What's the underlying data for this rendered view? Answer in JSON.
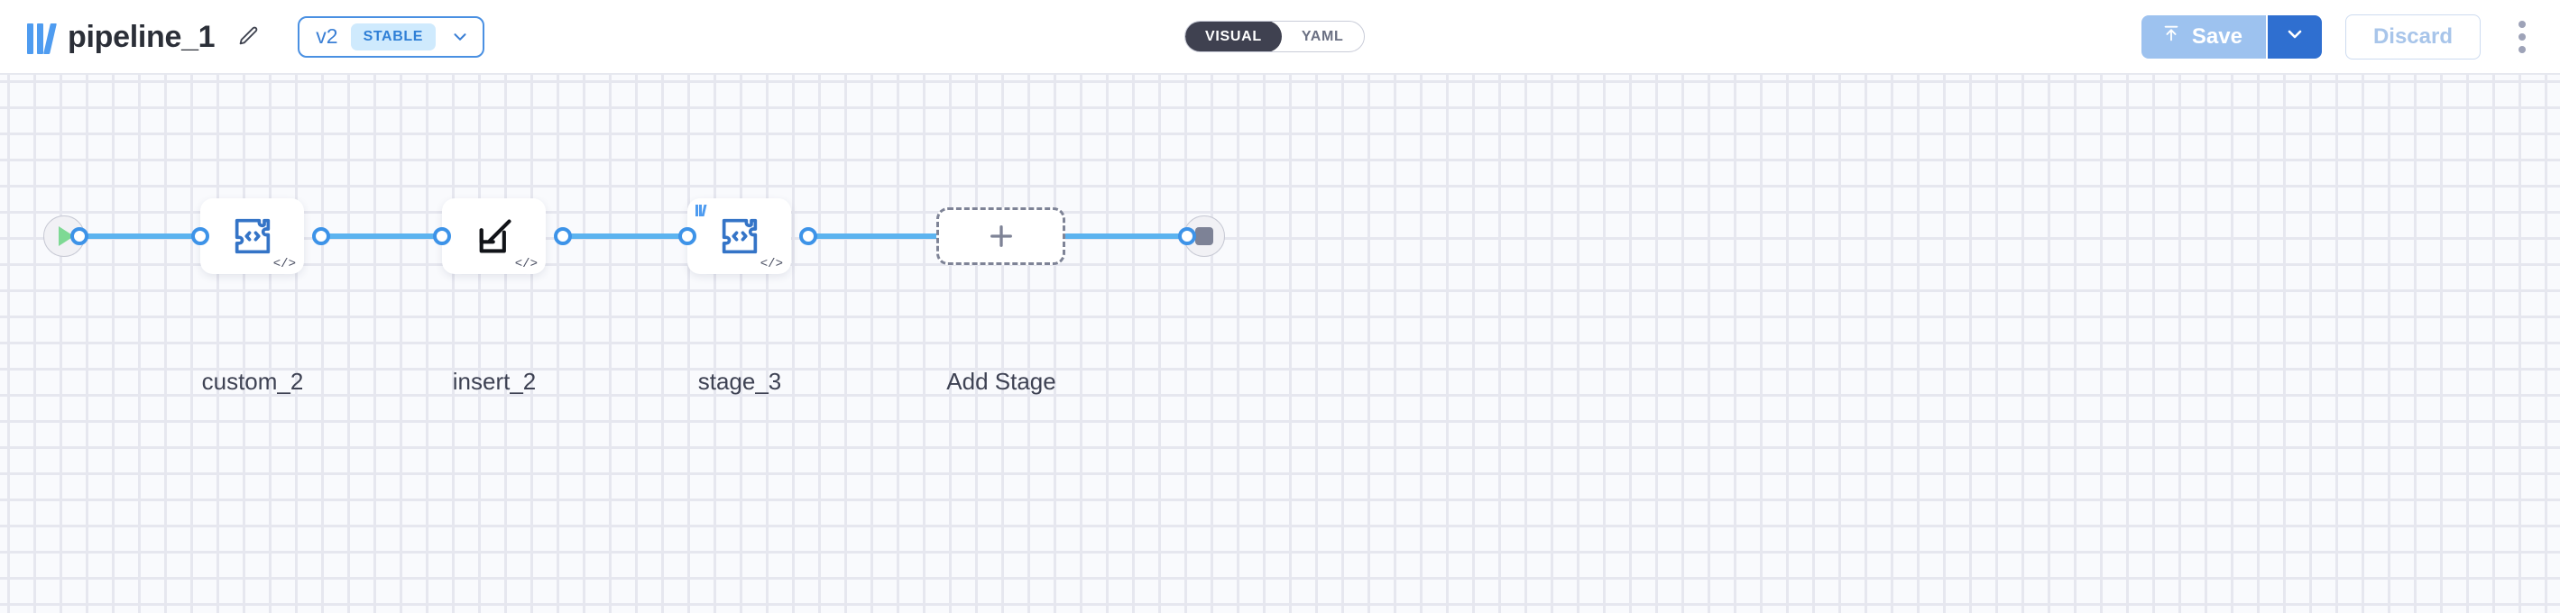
{
  "header": {
    "logo_icon": "brand-bars-icon",
    "title": "pipeline_1",
    "edit_icon": "pencil-icon",
    "version": {
      "label": "v2",
      "badge": "STABLE",
      "chevron_icon": "chevron-down-icon"
    },
    "mode_toggle": {
      "options": [
        {
          "label": "VISUAL",
          "active": true
        },
        {
          "label": "YAML",
          "active": false
        }
      ]
    },
    "actions": {
      "save_label": "Save",
      "save_icon": "upload-arrow-icon",
      "save_caret_icon": "chevron-down-icon",
      "discard_label": "Discard",
      "overflow_icon": "kebab-menu-icon"
    },
    "colors": {
      "brand_blue": "#4f9cf0",
      "accent_blue": "#3d93e8",
      "save_disabled": "#9dc2ef",
      "save_caret": "#2f6fd0",
      "toggle_active_bg": "#3f4150",
      "badge_bg": "#cfeafd",
      "badge_text": "#2f7fd6"
    }
  },
  "canvas": {
    "background": "#f9fafd",
    "dot_color": "#e6e7ef",
    "edge_color": "#5cb3ef",
    "nodes": [
      {
        "id": "start",
        "type": "start",
        "icon": "play-icon",
        "label": ""
      },
      {
        "id": "custom_2",
        "type": "stage",
        "icon": "custom-code-puzzle-icon",
        "badge": "</>",
        "brand_badge": false,
        "label": "custom_2"
      },
      {
        "id": "insert_2",
        "type": "stage",
        "icon": "insert-arrow-into-box-icon",
        "badge": "</>",
        "brand_badge": false,
        "label": "insert_2"
      },
      {
        "id": "stage_3",
        "type": "stage",
        "icon": "custom-code-puzzle-icon",
        "badge": "</>",
        "brand_badge": true,
        "label": "stage_3"
      },
      {
        "id": "add_stage",
        "type": "add",
        "icon": "plus-icon",
        "label": "Add Stage"
      },
      {
        "id": "end",
        "type": "end",
        "icon": "stop-icon",
        "label": ""
      }
    ]
  }
}
